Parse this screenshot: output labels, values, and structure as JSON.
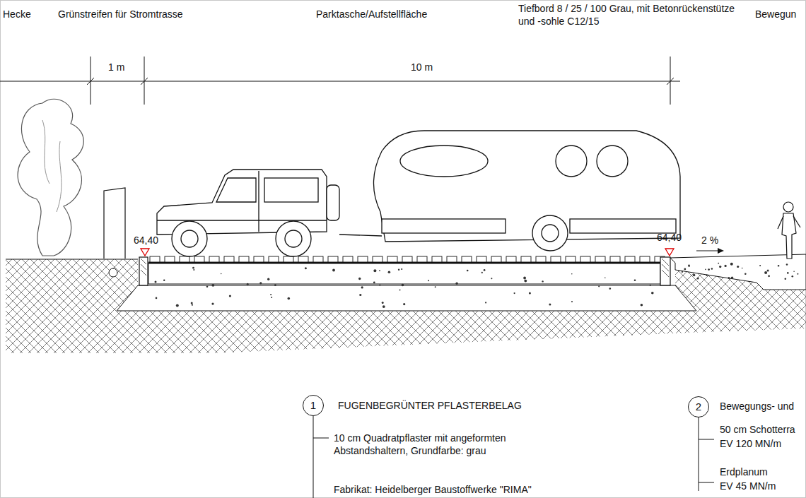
{
  "diagram": {
    "nodes": [
      {
        "text": [
          "1"
        ]
      },
      {
        "text": [
          "2"
        ]
      }
    ],
    "labels": [
      "Hecke",
      "Grünstreifen für Stromtrasse",
      "Parktasche/Aufstellfläche",
      "Tiefbord 8 / 25 / 100 Grau, mit Betonrückenstütze und -sohle C12/15",
      "Bewegun",
      "1 m",
      "10 m",
      "64,40",
      "64,40",
      "2 %",
      "FUGENBEGRÜNTER PFLASTERBELAG",
      "10 cm Quadratpflaster mit angeformten Abstandshaltern, Grundfarbe: grau",
      "Fabrikat: Heidelberger Baustoffwerke \"RIMA\"",
      "Bewegungs- und",
      "50 cm Schotterra",
      "EV 120 MN/m",
      "Erdplanum",
      "EV 45 MN/m"
    ]
  }
}
